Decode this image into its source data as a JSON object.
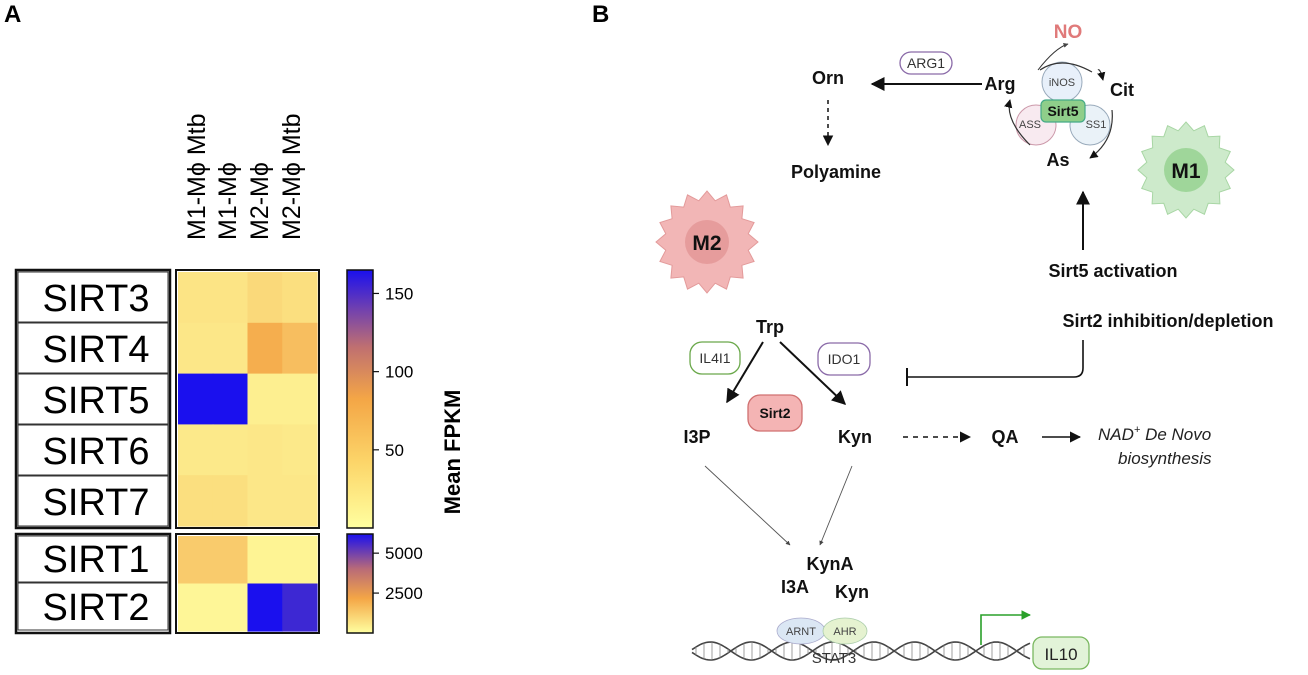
{
  "panelA": {
    "letter": "A",
    "columns": [
      "M1-Mϕ Mtb",
      "M1-Mϕ",
      "M2-Mϕ",
      "M2-Mϕ Mtb"
    ],
    "top_rows": [
      "SIRT3",
      "SIRT4",
      "SIRT5",
      "SIRT6",
      "SIRT7"
    ],
    "bottom_rows": [
      "SIRT1",
      "SIRT2"
    ],
    "colorbar_title": "Mean FPKM",
    "top_ticks": [
      "150",
      "100",
      "50"
    ],
    "bottom_ticks": [
      "5000",
      "2500"
    ],
    "colors": {
      "low": "#ffffa0",
      "mid": "#f4a646",
      "high": "#1a10ee"
    }
  },
  "chart_data": {
    "type": "heatmap",
    "title": "",
    "colorbar_label": "Mean FPKM",
    "x": [
      "M1-Mϕ Mtb",
      "M1-Mϕ",
      "M2-Mϕ",
      "M2-Mϕ Mtb"
    ],
    "blocks": [
      {
        "rows": [
          "SIRT3",
          "SIRT4",
          "SIRT5",
          "SIRT6",
          "SIRT7"
        ],
        "scale": [
          0,
          165
        ],
        "ticks": [
          150,
          100,
          50
        ],
        "values": [
          [
            25,
            25,
            35,
            30
          ],
          [
            22,
            22,
            75,
            60
          ],
          [
            165,
            165,
            15,
            15
          ],
          [
            20,
            20,
            22,
            20
          ],
          [
            30,
            30,
            22,
            22
          ]
        ]
      },
      {
        "rows": [
          "SIRT1",
          "SIRT2"
        ],
        "scale": [
          0,
          6200
        ],
        "ticks": [
          5000,
          2500
        ],
        "values": [
          [
            1800,
            1800,
            400,
            400
          ],
          [
            300,
            300,
            6200,
            5700
          ]
        ]
      }
    ]
  },
  "panelB": {
    "letter": "B",
    "no": "NO",
    "orn": "Orn",
    "arg": "Arg",
    "cit": "Cit",
    "as": "As",
    "arg1": "ARG1",
    "inos": "iNOS",
    "sirt5": "Sirt5",
    "ass": "ASS",
    "ss1": "SS1",
    "polyamine": "Polyamine",
    "m1": "M1",
    "m2": "M2",
    "sirt5_activation": "Sirt5 activation",
    "sirt2_inhibition": "Sirt2 inhibition/depletion",
    "trp": "Trp",
    "il4i1": "IL4I1",
    "ido1": "IDO1",
    "sirt2": "Sirt2",
    "i3p": "I3P",
    "kyn": "Kyn",
    "qa": "QA",
    "nad_main": "NAD",
    "nad_sup": "+",
    "nad_rest": " De Novo",
    "nad_line2": "biosynthesis",
    "kyna": "KynA",
    "i3a": "I3A",
    "kyn2": "Kyn",
    "arnt": "ARNT",
    "ahr": "AHR",
    "stat3": "STAT3",
    "il10": "IL10",
    "colors": {
      "m1_fill": "#cdeacb",
      "m2_fill": "#f2b6b6",
      "no": "#e07a7a",
      "sirt2_fill": "#f4b4b4",
      "sirt5_fill": "#8fce8a",
      "gene_arrow": "#2aa02a"
    }
  }
}
